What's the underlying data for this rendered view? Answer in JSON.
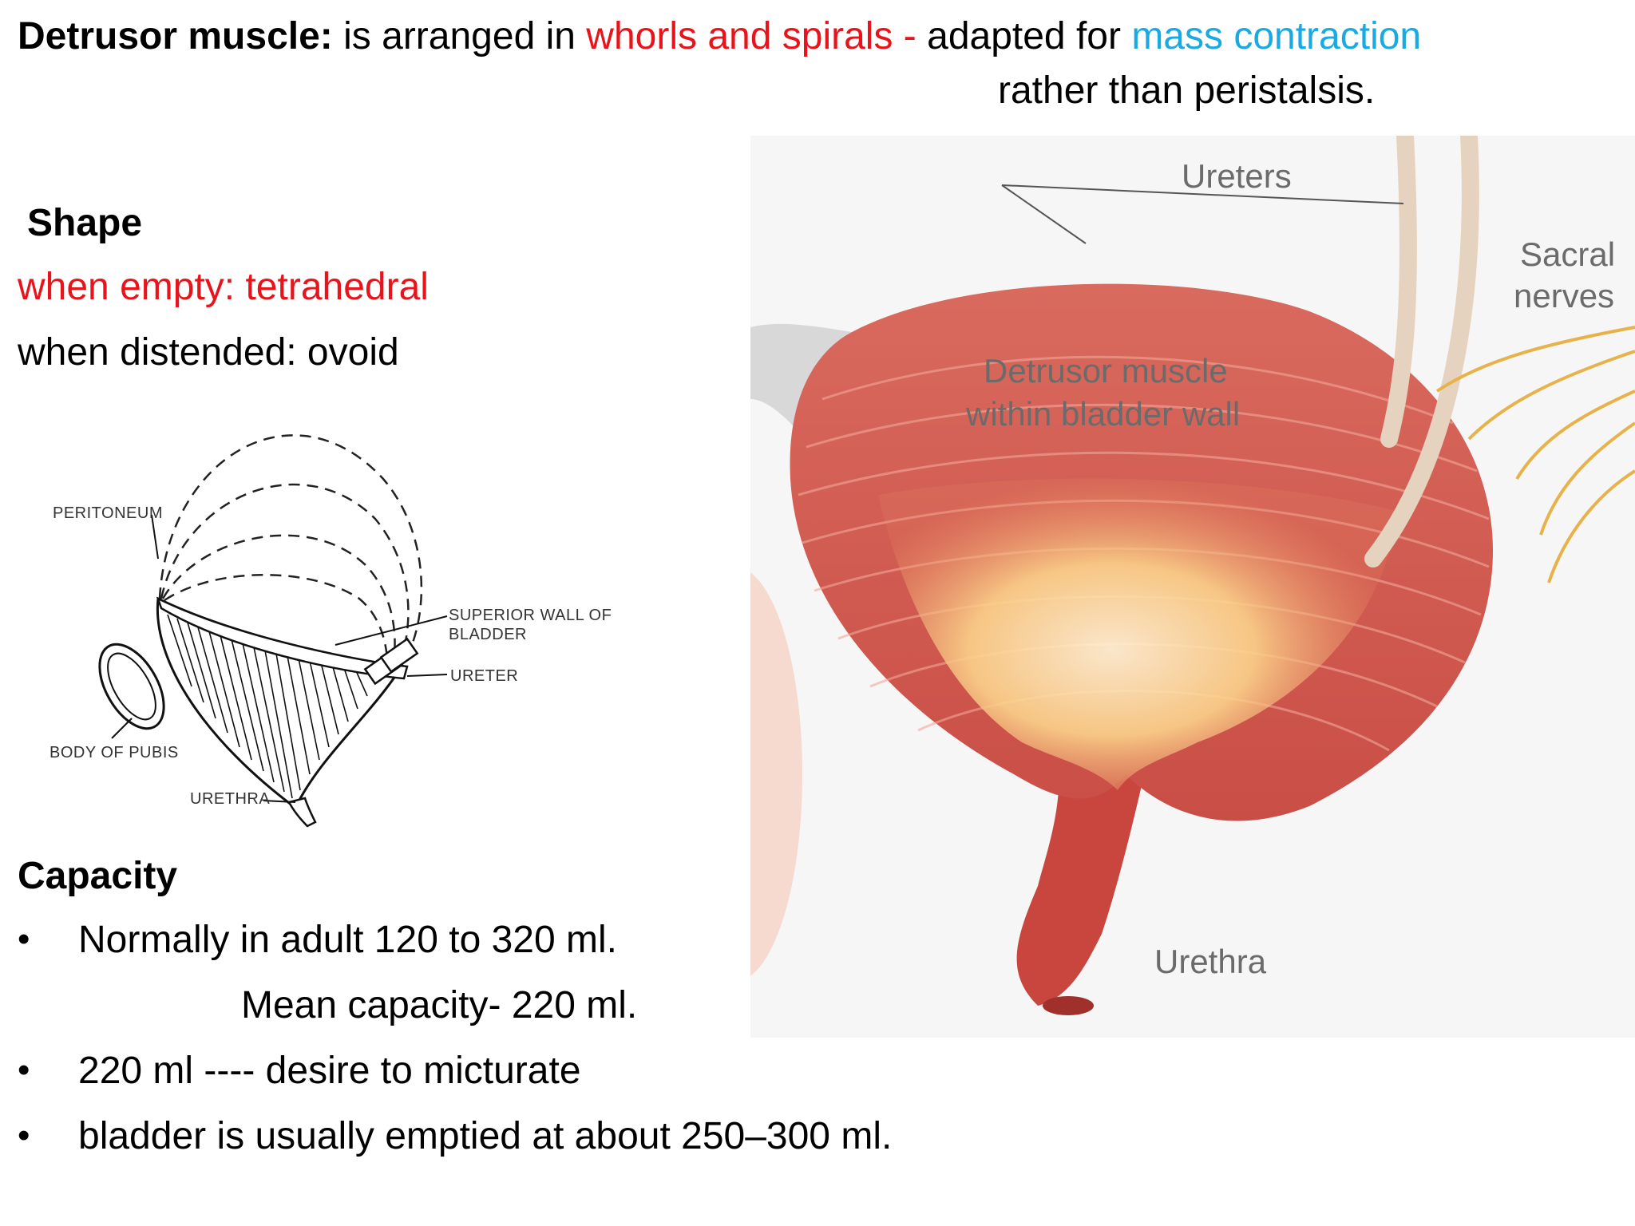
{
  "header": {
    "term": "Detrusor muscle:",
    "part1": " is arranged in ",
    "highlight_red": "whorls and spirals -",
    "part2": " adapted for ",
    "highlight_blue": "mass contraction",
    "line2": "rather than peristalsis."
  },
  "shape": {
    "heading": "Shape",
    "empty": "when empty: tetrahedral",
    "distended": "when distended: ovoid"
  },
  "diagram_labels": {
    "peritoneum": "PERITONEUM",
    "superior_wall_1": "SUPERIOR WALL OF",
    "superior_wall_2": "BLADDER",
    "ureter": "URETER",
    "body_of_pubis": "BODY OF PUBIS",
    "urethra": "URETHRA"
  },
  "capacity": {
    "heading": "Capacity",
    "items": [
      "Normally in adult 120 to 320 ml.",
      "Mean capacity- 220 ml.",
      "220 ml ---- desire to  micturate",
      "bladder is usually emptied at about 250–300 ml."
    ],
    "bullet": "•"
  },
  "illustration": {
    "ureters": "Ureters",
    "sacral_1": "Sacral",
    "sacral_2": "nerves",
    "detrusor_1": "Detrusor muscle",
    "detrusor_2": "within bladder wall",
    "urethra": "Urethra"
  },
  "colors": {
    "red_highlight": "#e8141b",
    "blue_highlight": "#1aa9e0",
    "muscle": "#d9544e",
    "nerve": "#e8b24a"
  }
}
